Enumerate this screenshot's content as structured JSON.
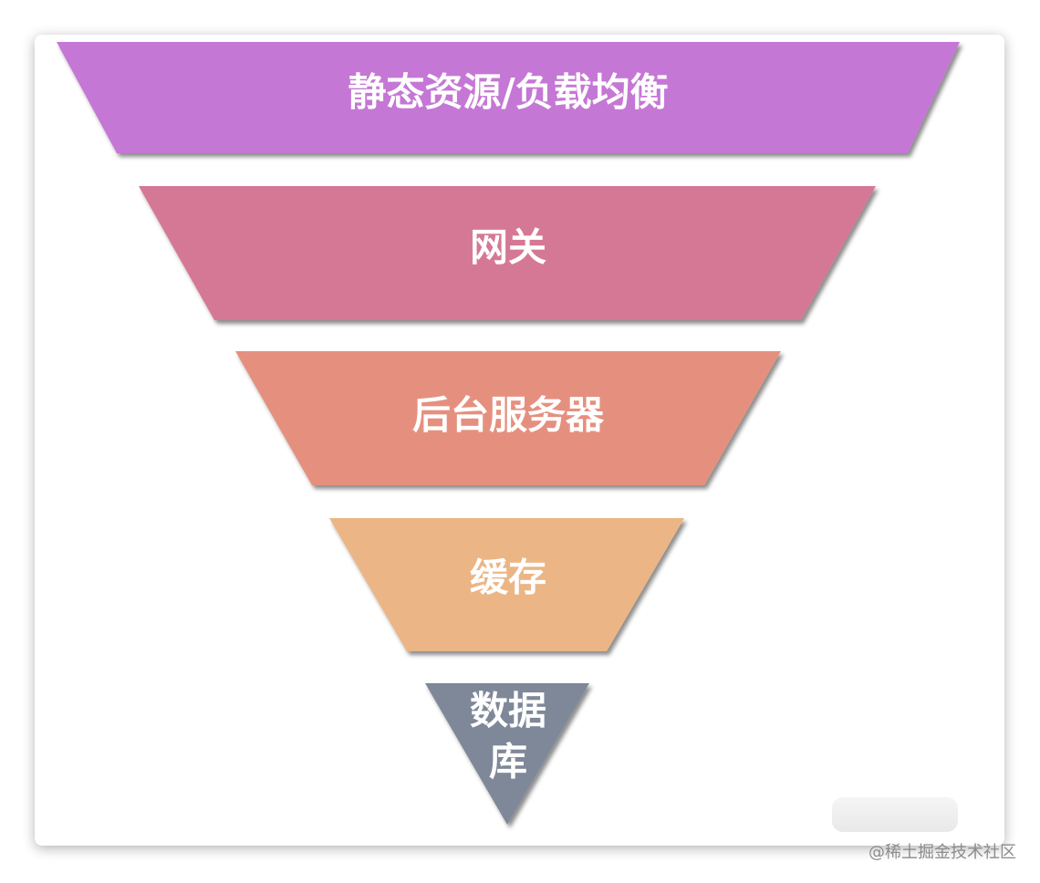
{
  "funnel": {
    "layers": [
      {
        "label": "静态资源/负载均衡",
        "color": "#c577d5"
      },
      {
        "label": "网关",
        "color": "#d57895"
      },
      {
        "label": "后台服务器",
        "color": "#e5907f"
      },
      {
        "label": "缓存",
        "color": "#ebb585"
      },
      {
        "label_lines": [
          "数据",
          "库"
        ],
        "color": "#7f8898"
      }
    ]
  },
  "watermark": "@稀土掘金技术社区"
}
